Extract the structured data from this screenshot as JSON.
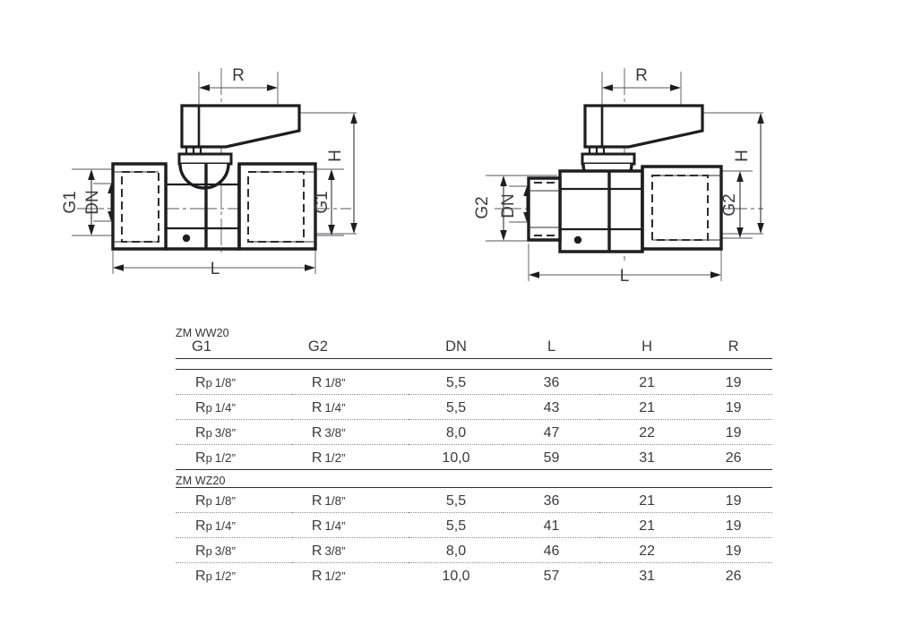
{
  "drawings": {
    "left": {
      "name": "female-female-ball-valve",
      "labels": {
        "r": "R",
        "h": "H",
        "l": "L",
        "dn": "DN",
        "g_left": "G1",
        "g_right": "G1"
      }
    },
    "right": {
      "name": "male-female-ball-valve",
      "labels": {
        "r": "R",
        "h": "H",
        "l": "L",
        "dn": "DN",
        "g_left": "G2",
        "g_right": "G2"
      }
    }
  },
  "table": {
    "columns": [
      "G1",
      "G2",
      "DN",
      "L",
      "H",
      "R"
    ],
    "groups": [
      {
        "title": "ZM WW20",
        "rows": [
          {
            "g1": {
              "prefix": "R",
              "sub": "p",
              "frac": "1/8",
              "inch": "”"
            },
            "g2": {
              "prefix": "R",
              "sub": "",
              "frac": "1/8",
              "inch": "”"
            },
            "dn": "5,5",
            "l": "36",
            "h": "21",
            "r": "19"
          },
          {
            "g1": {
              "prefix": "R",
              "sub": "p",
              "frac": "1/4",
              "inch": "”"
            },
            "g2": {
              "prefix": "R",
              "sub": "",
              "frac": "1/4",
              "inch": "”"
            },
            "dn": "5,5",
            "l": "43",
            "h": "21",
            "r": "19"
          },
          {
            "g1": {
              "prefix": "R",
              "sub": "p",
              "frac": "3/8",
              "inch": "”"
            },
            "g2": {
              "prefix": "R",
              "sub": "",
              "frac": "3/8",
              "inch": "”"
            },
            "dn": "8,0",
            "l": "47",
            "h": "22",
            "r": "19"
          },
          {
            "g1": {
              "prefix": "R",
              "sub": "p",
              "frac": "1/2",
              "inch": "”"
            },
            "g2": {
              "prefix": "R",
              "sub": "",
              "frac": "1/2",
              "inch": "”"
            },
            "dn": "10,0",
            "l": "59",
            "h": "31",
            "r": "26"
          }
        ]
      },
      {
        "title": "ZM WZ20",
        "rows": [
          {
            "g1": {
              "prefix": "R",
              "sub": "p",
              "frac": "1/8",
              "inch": "”"
            },
            "g2": {
              "prefix": "R",
              "sub": "",
              "frac": "1/8",
              "inch": "”"
            },
            "dn": "5,5",
            "l": "36",
            "h": "21",
            "r": "19"
          },
          {
            "g1": {
              "prefix": "R",
              "sub": "p",
              "frac": "1/4",
              "inch": "”"
            },
            "g2": {
              "prefix": "R",
              "sub": "",
              "frac": "1/4",
              "inch": "”"
            },
            "dn": "5,5",
            "l": "41",
            "h": "21",
            "r": "19"
          },
          {
            "g1": {
              "prefix": "R",
              "sub": "p",
              "frac": "3/8",
              "inch": "”"
            },
            "g2": {
              "prefix": "R",
              "sub": "",
              "frac": "3/8",
              "inch": "”"
            },
            "dn": "8,0",
            "l": "46",
            "h": "22",
            "r": "19"
          },
          {
            "g1": {
              "prefix": "R",
              "sub": "p",
              "frac": "1/2",
              "inch": "”"
            },
            "g2": {
              "prefix": "R",
              "sub": "",
              "frac": "1/2",
              "inch": "”"
            },
            "dn": "10,0",
            "l": "57",
            "h": "31",
            "r": "26"
          }
        ]
      }
    ]
  },
  "colors": {
    "ink": "#2d2d34",
    "text": "#3a3a42",
    "dotted": "#8c8c96",
    "background": "#ffffff"
  }
}
